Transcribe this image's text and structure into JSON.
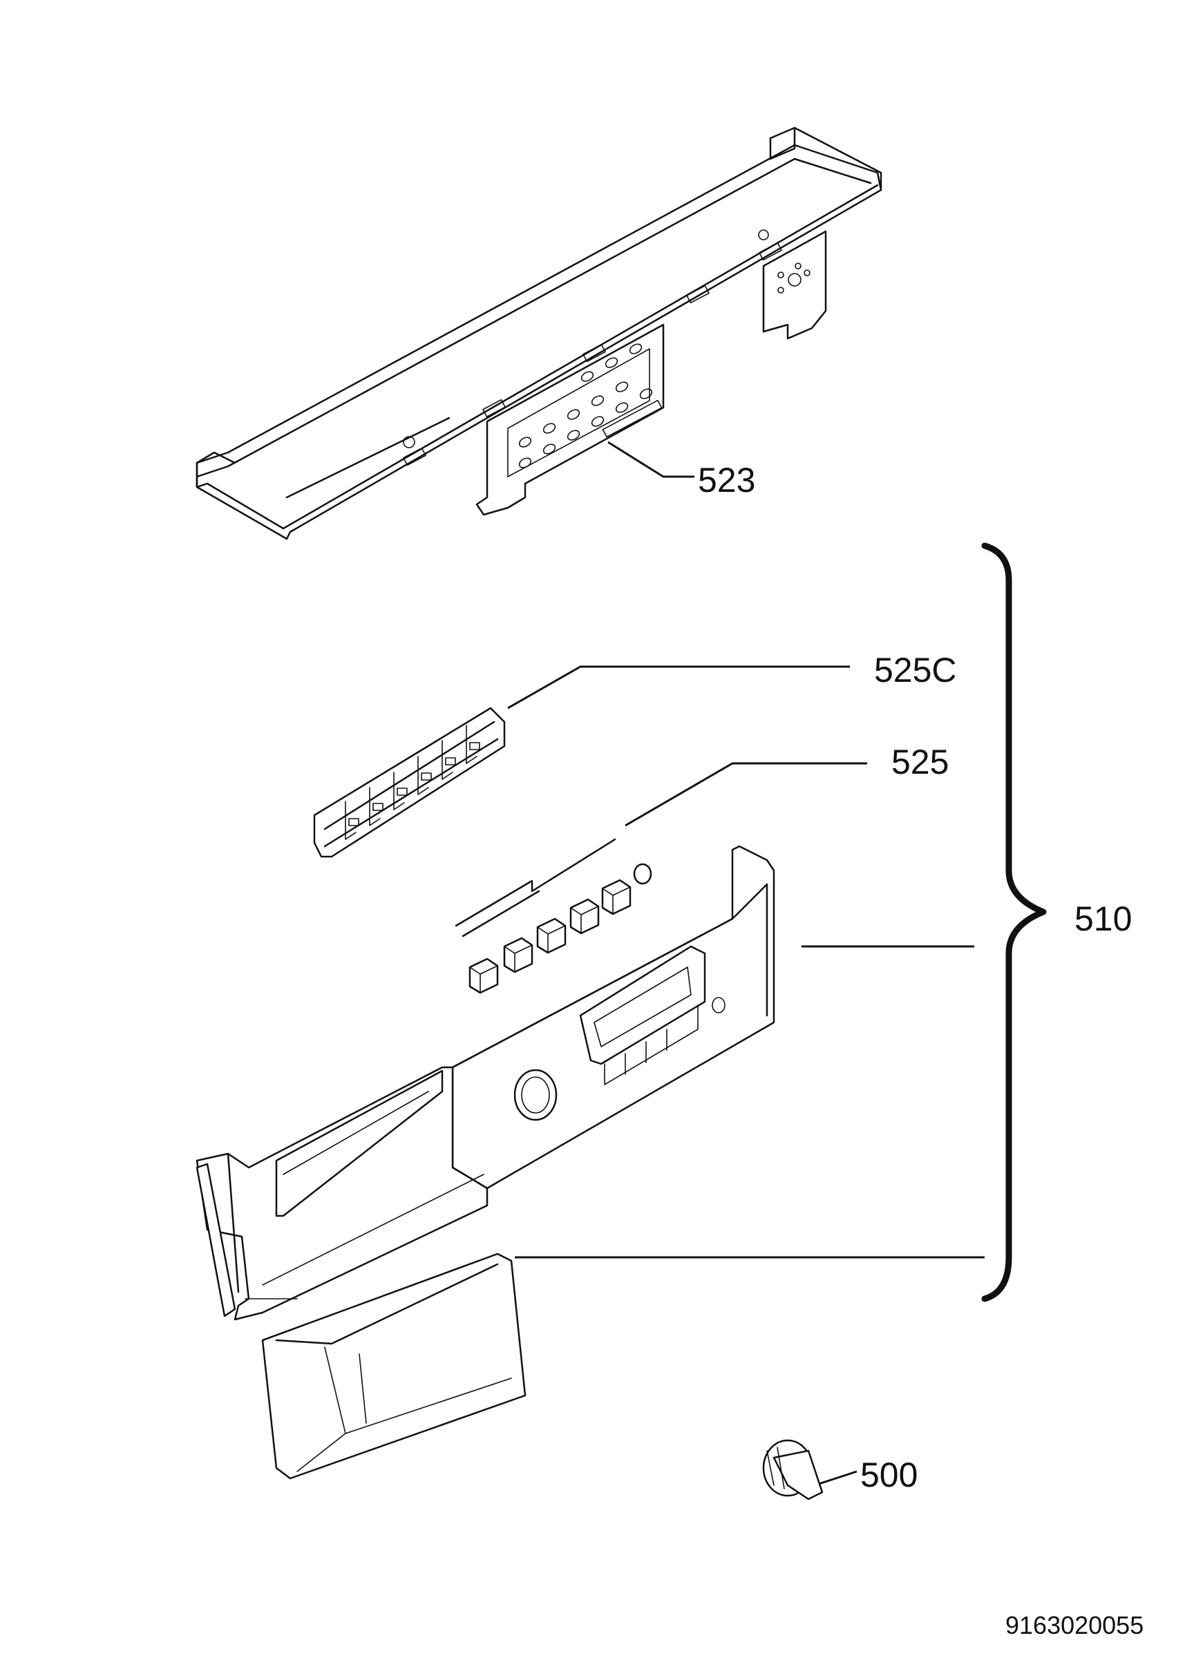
{
  "labels": {
    "p523": "523",
    "p525c": "525C",
    "p525": "525",
    "p510": "510",
    "p500": "500"
  },
  "document_number": "9163020055"
}
